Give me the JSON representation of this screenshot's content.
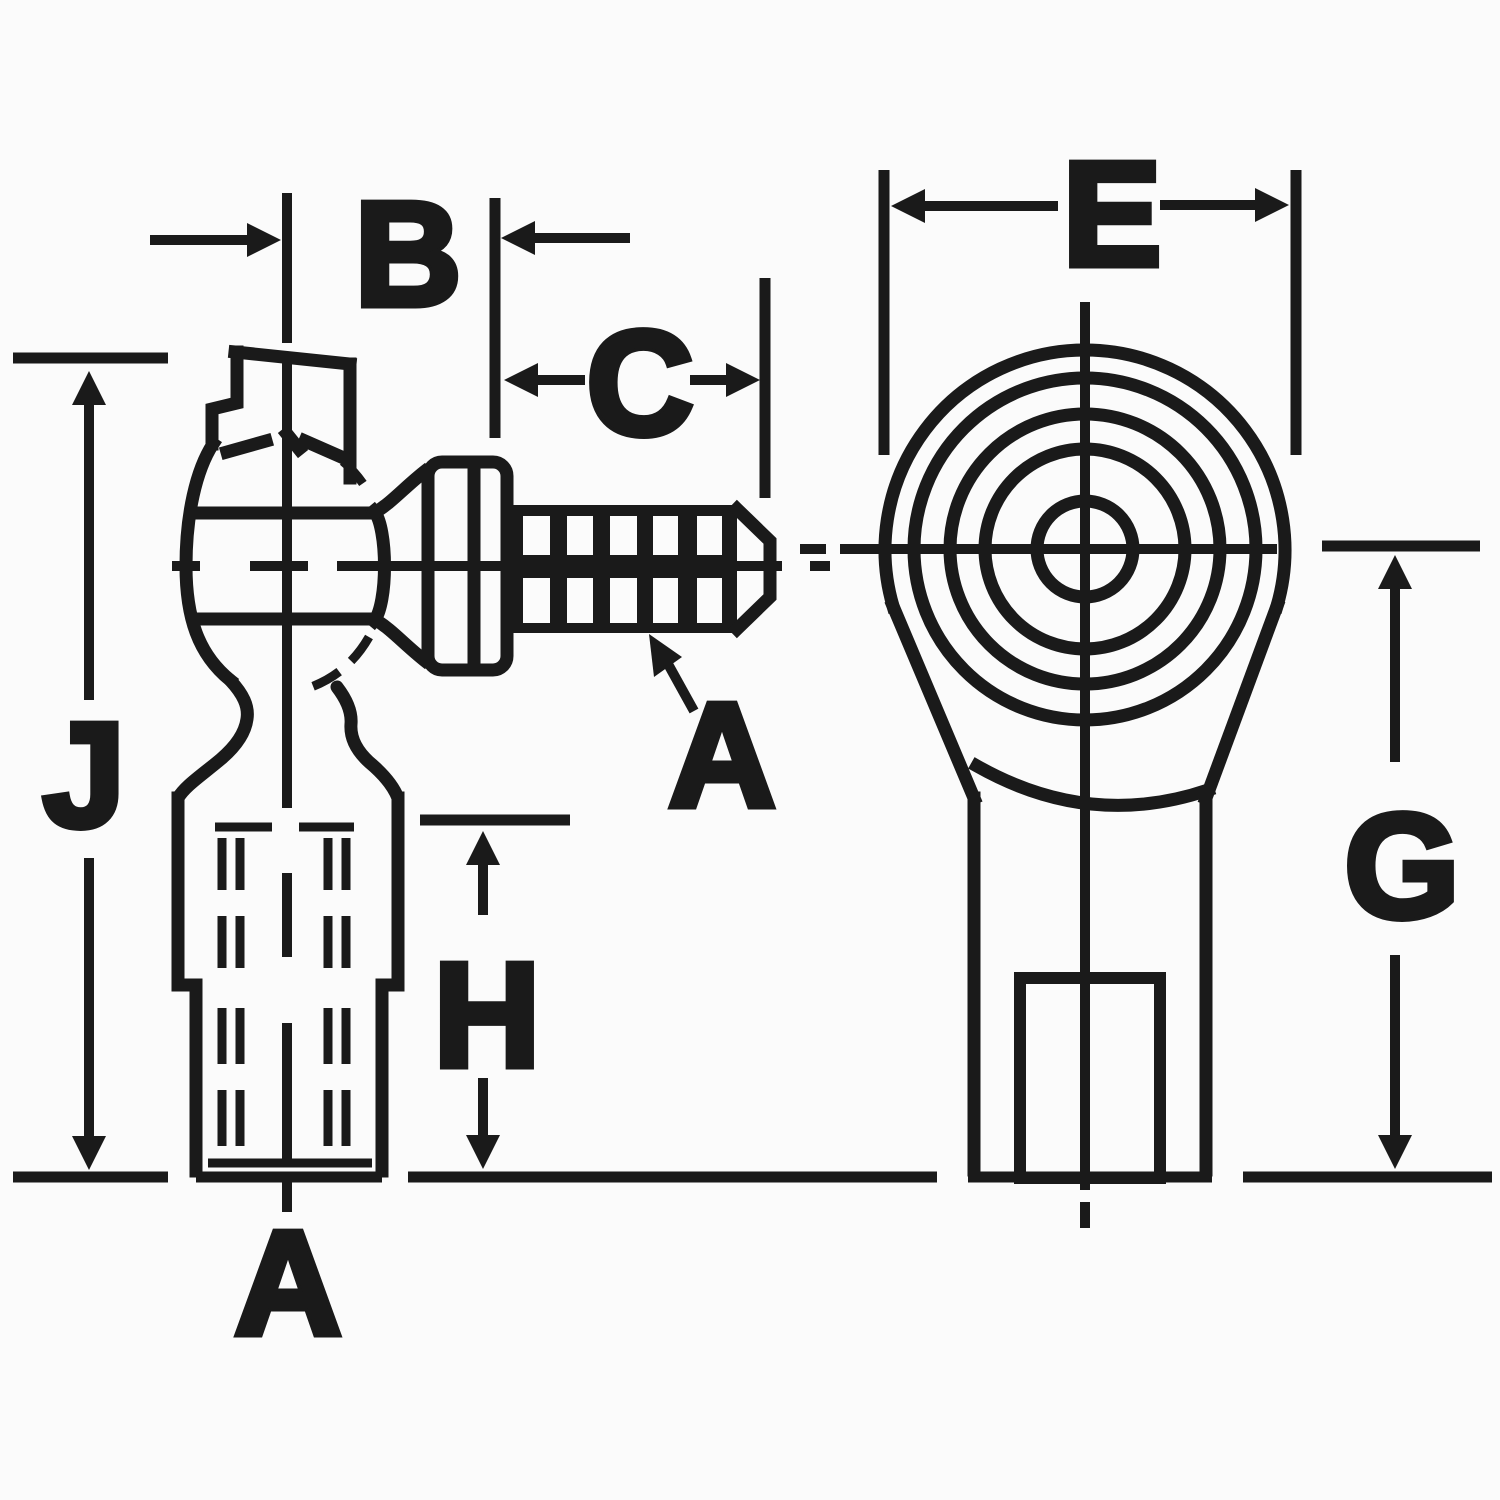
{
  "page": {
    "background": "#fbfbfb",
    "ink": "#1a1a1a"
  },
  "figure": {
    "kind": "technical dimension drawing",
    "subject": "Ball joint rod end (tie-rod end style) shown in two orthographic views",
    "views": [
      {
        "name": "side view",
        "features": [
          "bent flange tab",
          "ball housing with hidden ball arcs",
          "hex nut",
          "threaded stud with chamfered tip",
          "internally threaded shank (hidden thread lines)"
        ]
      },
      {
        "name": "front view",
        "features": [
          "circular head with concentric ball and bore circles",
          "center crosshair",
          "tapered neck",
          "slotted shank"
        ]
      }
    ]
  },
  "labels": {
    "side": {
      "j": "J",
      "b": "B",
      "c": "C",
      "h": "H",
      "stud_a": "A",
      "axis_a": "A"
    },
    "front": {
      "e": "E",
      "g": "G"
    }
  }
}
